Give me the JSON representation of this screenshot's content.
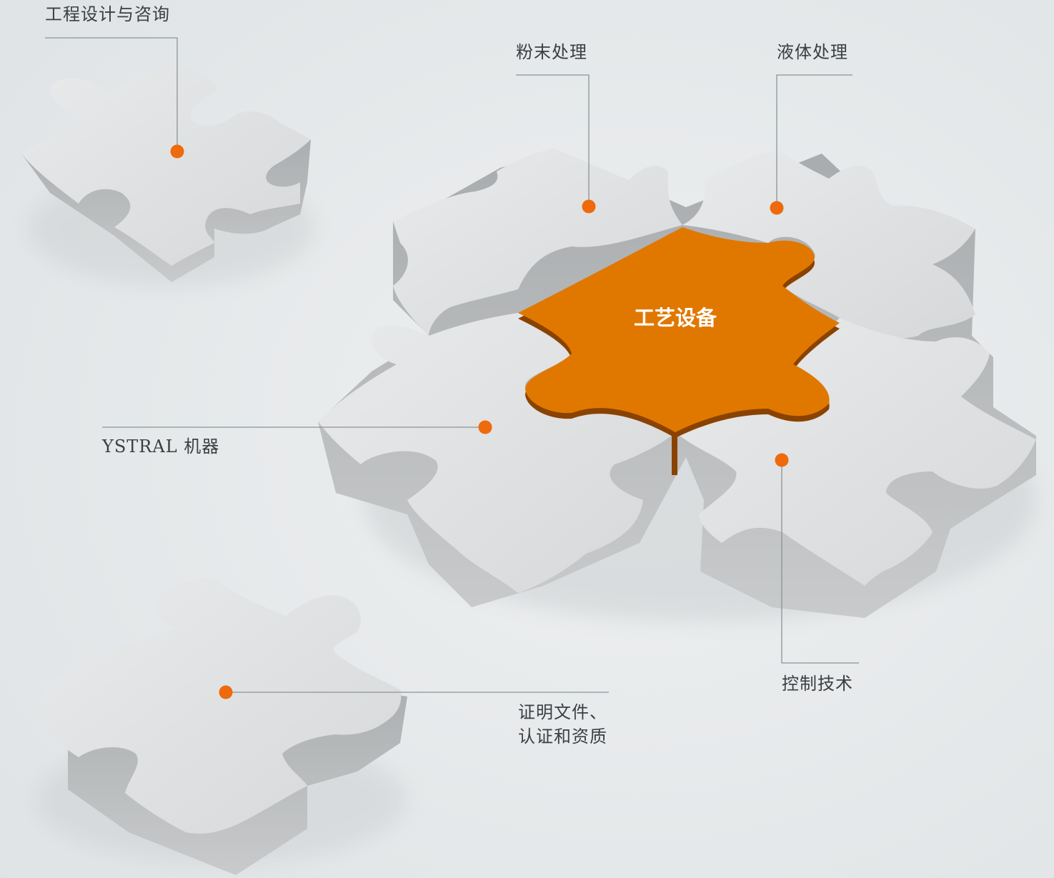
{
  "center": {
    "label": "工艺设备"
  },
  "labels": {
    "engineering": "工程设计与咨询",
    "powder": "粉末处理",
    "liquid": "液体处理",
    "ystral": "YSTRAL 机器",
    "control": "控制技术",
    "certificates_line1": "证明文件、",
    "certificates_line2": "认证和资质"
  },
  "colors": {
    "background": "#e6e9ea",
    "piece_top": "#dfe1e2",
    "piece_side": "#b9bcbe",
    "accent": "#e07800",
    "accent_dark": "#8a4200",
    "dot": "#ee6a0c",
    "leader_line": "#8a9498"
  }
}
